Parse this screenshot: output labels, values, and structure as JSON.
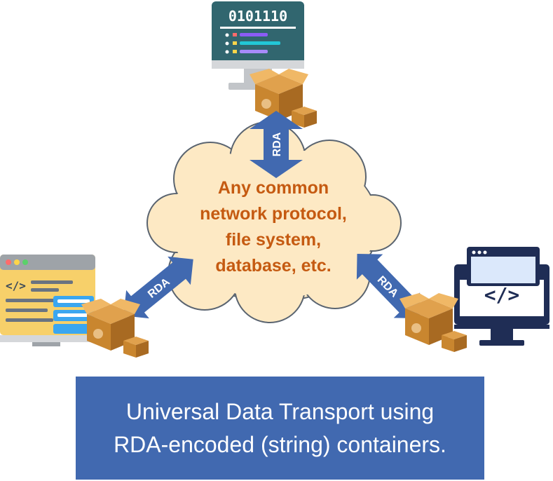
{
  "cloud": {
    "lines": [
      "Any common",
      "network protocol,",
      "file system,",
      "database, etc."
    ]
  },
  "arrows": {
    "top": "RDA",
    "left": "RDA",
    "right": "RDA"
  },
  "monitor_top": {
    "binary_text": "0101110"
  },
  "caption": {
    "line1": "Universal Data Transport using",
    "line2": "RDA-encoded (string) containers."
  },
  "colors": {
    "cloud_fill": "#fde9c4",
    "cloud_text": "#c55a11",
    "arrow": "#4169b0",
    "caption_bg": "#4169b0",
    "box": "#c9862f"
  }
}
